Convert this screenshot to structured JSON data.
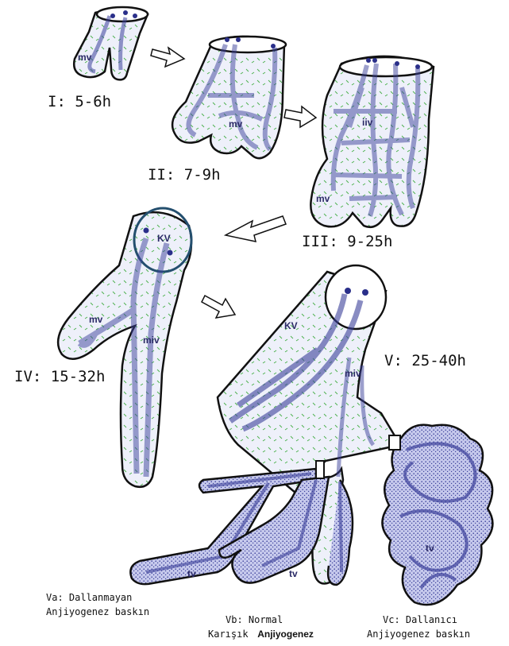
{
  "stages": {
    "stage1": "I: 5-6h",
    "stage2": "II: 7-9h",
    "stage3": "III: 9-25h",
    "stage4": "IV: 15-32h",
    "stage5": "V: 25-40h"
  },
  "vessel_labels": {
    "mv": "mv",
    "iiv": "iiv",
    "kv": "KV",
    "miv": "miv",
    "tv": "tv"
  },
  "captions": {
    "va_line1": "Va: Dallanmayan",
    "va_line2": "Anjiyogenez baskın",
    "vb_line1": "Vb: Normal",
    "vb_line2_a": "Karışık",
    "vb_line2_b": "Anjiyogenez",
    "vc_line1": "Vc: Dallanıcı",
    "vc_line2": "Anjiyogenez baskın"
  },
  "colors": {
    "villus_fill": "#eef0fa",
    "vessel_fill": "#b9bde6",
    "vessel_stroke": "#3a3f9a",
    "dense_stipple": "#9aa0d8",
    "green_marks": "#49b04a",
    "outline": "#111111"
  }
}
